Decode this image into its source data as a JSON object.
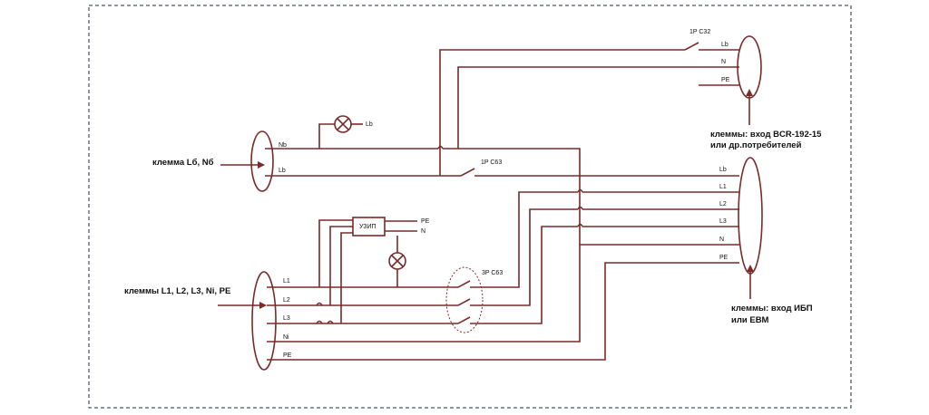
{
  "labels": {
    "left_top_terminal": "клемма Lб, Nб",
    "left_bottom_terminal": "клеммы L1, L2, L3, Ni, PE",
    "right_top_line1": "клеммы: вход BCR-192-15",
    "right_top_line2": "или др.потребителей",
    "right_bottom_line1": "клеммы: вход ИБП",
    "right_bottom_line2": "или EBM",
    "breaker_c32": "1P C32",
    "breaker_c63_1p": "1P C63",
    "breaker_c63_3p": "3P C63",
    "uzip": "УЗИП",
    "uzip_pe": "PE",
    "uzip_n": "N",
    "lamp_lb": "Lb"
  },
  "left_top_wires": [
    "Nb",
    "Lb"
  ],
  "left_bottom_wires": [
    "L1",
    "L2",
    "L3",
    "Ni",
    "PE"
  ],
  "right_top_wires": [
    "Lb",
    "N",
    "PE"
  ],
  "right_bottom_wires": [
    "Lb",
    "L1",
    "L2",
    "L3",
    "N",
    "PE"
  ],
  "colors": {
    "wire": "#7a2a2a",
    "border": "#1f2a4a"
  }
}
